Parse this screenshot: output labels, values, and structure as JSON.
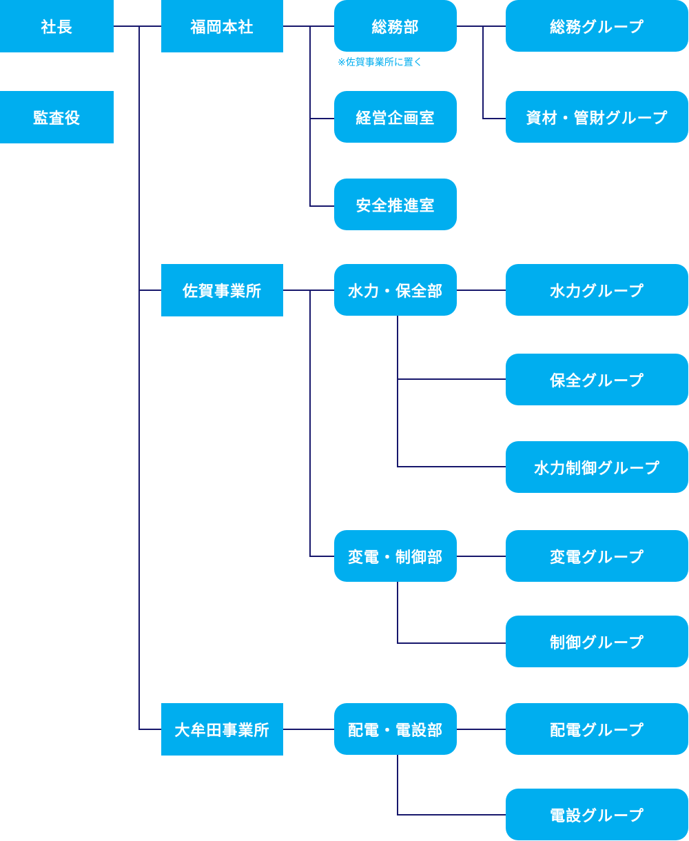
{
  "org_chart": {
    "top": {
      "president": "社長",
      "auditor": "監査役"
    },
    "offices": {
      "fukuoka_hq": "福岡本社",
      "saga_office": "佐賀事業所",
      "omuta_office": "大牟田事業所"
    },
    "departments": {
      "general_affairs": "総務部",
      "general_affairs_note": "※佐賀事業所に置く",
      "management_planning": "経営企画室",
      "safety_promotion": "安全推進室",
      "hydro_maintenance": "水力・保全部",
      "substation_control": "変電・制御部",
      "distribution_electrical": "配電・電設部"
    },
    "groups": {
      "general_affairs": "総務グループ",
      "materials_property": "資材・管財グループ",
      "hydro": "水力グループ",
      "maintenance": "保全グループ",
      "hydro_control": "水力制御グループ",
      "substation": "変電グループ",
      "control": "制御グループ",
      "distribution": "配電グループ",
      "electrical": "電設グループ"
    },
    "colors": {
      "box_fill": "#00aeef",
      "box_text": "#ffffff",
      "connector": "#16166b",
      "note_text": "#00aeef"
    }
  }
}
